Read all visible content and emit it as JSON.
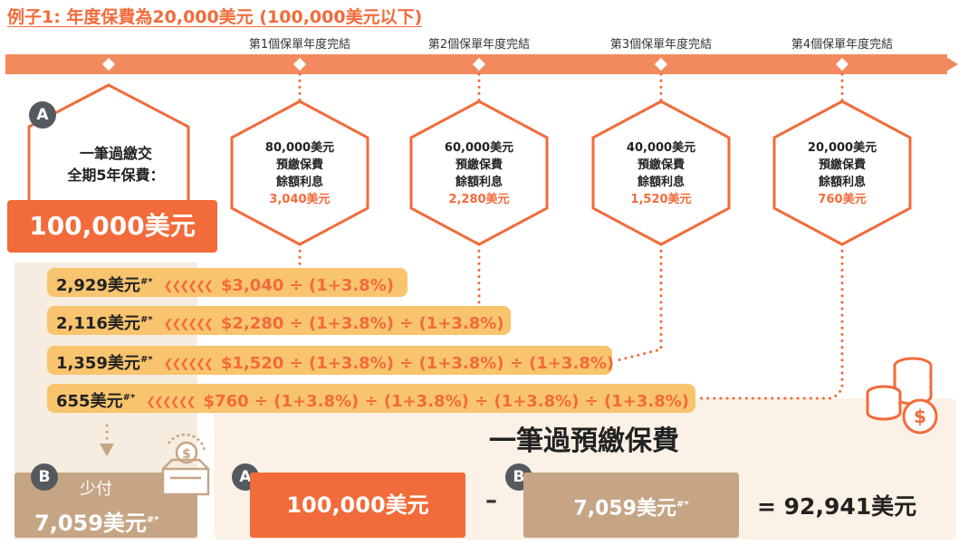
{
  "title": "例子1: 年度保費為20,000美元 (100,000美元以下)",
  "milestones": [
    "第1個保單年度完結",
    "第2個保單年度完結",
    "第3個保單年度完結",
    "第4個保單年度完結"
  ],
  "hexagons": [
    {
      "balance": "80,000美元",
      "line1": "預繳保費",
      "line2": "餘額利息",
      "interest": "3,040美元"
    },
    {
      "balance": "60,000美元",
      "line1": "預繳保費",
      "line2": "餘額利息",
      "interest": "2,280美元"
    },
    {
      "balance": "40,000美元",
      "line1": "預繳保費",
      "line2": "餘額利息",
      "interest": "1,520美元"
    },
    {
      "balance": "20,000美元",
      "line1": "預繳保費",
      "line2": "餘額利息",
      "interest": "760美元"
    }
  ],
  "section_a": {
    "badge": "A",
    "line1": "一筆過繳交",
    "line2": "全期5年保費：",
    "amount": "100,000美元"
  },
  "discount_rows": [
    {
      "amount": "2,929美元",
      "mark": "#*",
      "formula": "$3,040 ÷ (1+3.8%)"
    },
    {
      "amount": "2,116美元",
      "mark": "#*",
      "formula": "$2,280 ÷ (1+3.8%) ÷ (1+3.8%)"
    },
    {
      "amount": "1,359美元",
      "mark": "#*",
      "formula": "$1,520 ÷ (1+3.8%) ÷ (1+3.8%) ÷ (1+3.8%)"
    },
    {
      "amount": "655美元",
      "mark": "#*",
      "formula": "$760 ÷ (1+3.8%) ÷ (1+3.8%) ÷ (1+3.8%) ÷ (1+3.8%)"
    }
  ],
  "section_b": {
    "badge": "B",
    "label": "少付",
    "amount": "7,059美元",
    "mark": "#*"
  },
  "equation": {
    "heading": "一筆過預繳保費",
    "badge_a": "A",
    "a_value": "100,000美元",
    "minus": "–",
    "badge_b": "B",
    "b_value": "7,059美元",
    "b_mark": "#*",
    "result": "=  92,941美元"
  },
  "colors": {
    "orange": "#f26b3a",
    "timeline": "#f38a5e",
    "pill": "#f9c46e",
    "tan": "#c6a585",
    "badge": "#555a5f"
  },
  "icons": [
    "coin-stack-icon",
    "money-wallet-icon"
  ]
}
